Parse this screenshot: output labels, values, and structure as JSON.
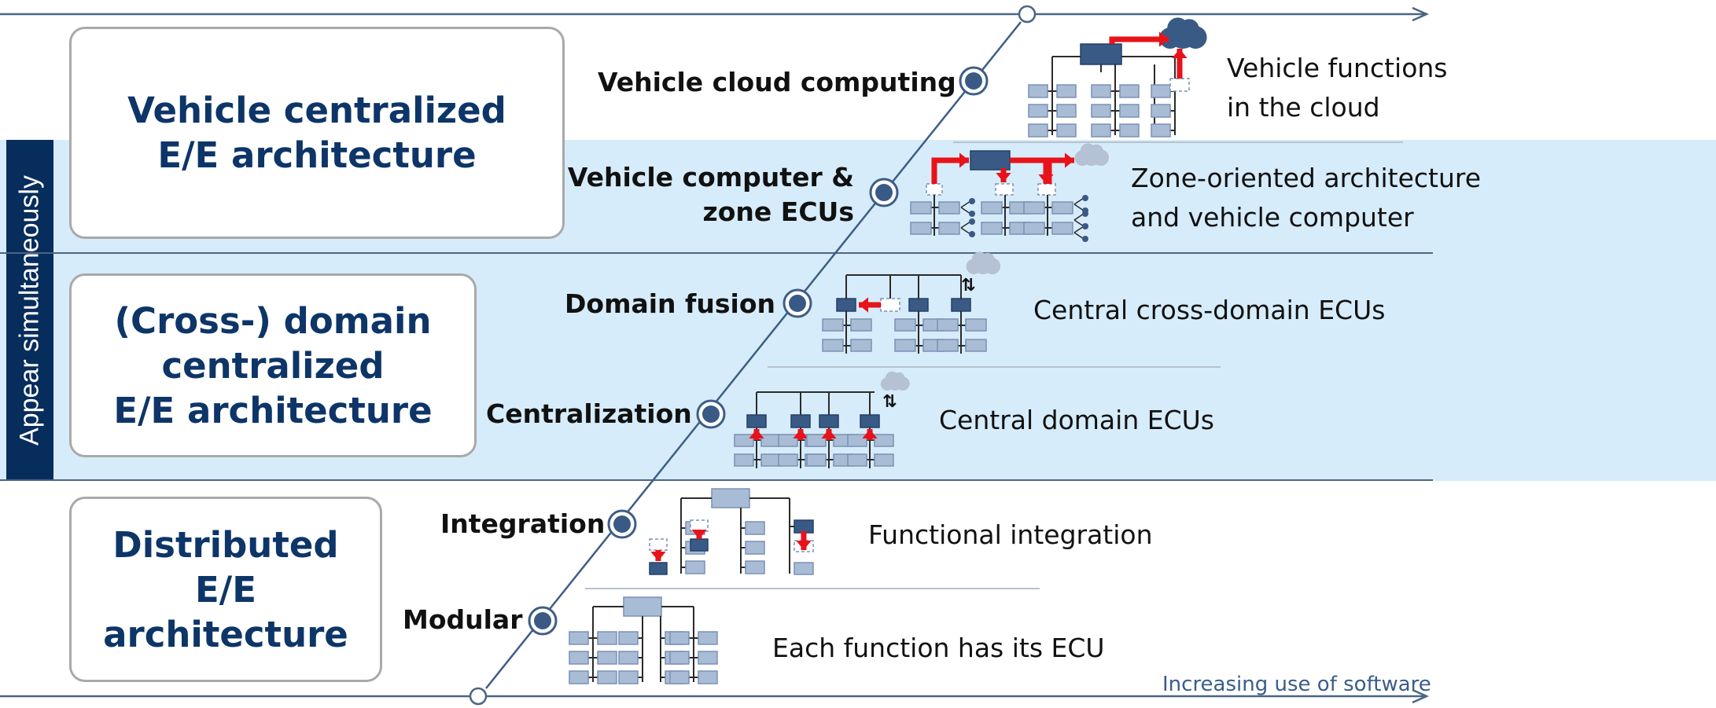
{
  "side_tab": {
    "label": "Appear simultaneously"
  },
  "groups": [
    {
      "id": "vehicle-centralized",
      "label": "Vehicle centralized\nE/E architecture"
    },
    {
      "id": "cross-domain",
      "label": "(Cross-) domain\ncentralized\nE/E architecture"
    },
    {
      "id": "distributed",
      "label": "Distributed\nE/E architecture"
    }
  ],
  "stages": [
    {
      "id": "vehicle-cloud-computing",
      "label": "Vehicle cloud computing",
      "description": [
        "Vehicle functions",
        "in the cloud"
      ]
    },
    {
      "id": "vehicle-computer-zone-ecus",
      "label": "Vehicle computer &\nzone ECUs",
      "description": [
        "Zone-oriented architecture",
        "and vehicle computer"
      ]
    },
    {
      "id": "domain-fusion",
      "label": "Domain fusion",
      "description": [
        "Central cross-domain ECUs"
      ]
    },
    {
      "id": "centralization",
      "label": "Centralization",
      "description": [
        "Central domain ECUs"
      ]
    },
    {
      "id": "integration",
      "label": "Integration",
      "description": [
        "Functional integration"
      ]
    },
    {
      "id": "modular",
      "label": "Modular",
      "description": [
        "Each function has its ECU"
      ]
    }
  ],
  "axis": {
    "x_label": "Increasing use of software"
  },
  "colors": {
    "band": "#d6ecfa",
    "tab": "#072d5c",
    "title_text": "#0d3568",
    "ecu_light": "#a9bcd6",
    "ecu_dark": "#3a5a86",
    "arrow_red": "#e8131a",
    "cloud": "#3a5a86",
    "cloud_light": "#b5c1d4",
    "axis": "#4b6584"
  }
}
